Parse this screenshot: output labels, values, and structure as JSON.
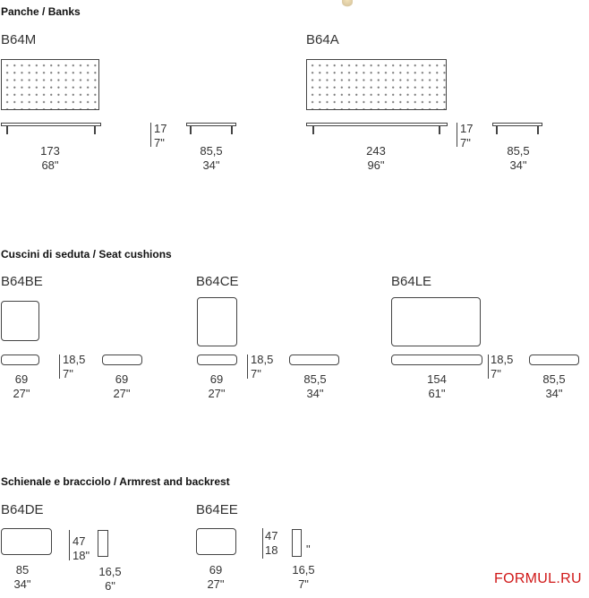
{
  "sections": {
    "benches": {
      "title": "Panche / Banks",
      "b64m": {
        "code": "B64M",
        "width_cm": "173",
        "width_in": "68\"",
        "height_cm": "17",
        "height_in": "7\"",
        "depth_cm": "85,5",
        "depth_in": "34\""
      },
      "b64a": {
        "code": "B64A",
        "width_cm": "243",
        "width_in": "96\"",
        "height_cm": "17",
        "height_in": "7\"",
        "depth_cm": "85,5",
        "depth_in": "34\""
      }
    },
    "cushions": {
      "title": "Cuscini di seduta / Seat cushions",
      "b64be": {
        "code": "B64BE",
        "width_cm": "69",
        "width_in": "27\"",
        "height_cm": "18,5",
        "height_in": "7\"",
        "depth_cm": "69",
        "depth_in": "27\""
      },
      "b64ce": {
        "code": "B64CE",
        "width_cm": "69",
        "width_in": "27\"",
        "height_cm": "18,5",
        "height_in": "7\"",
        "depth_cm": "85,5",
        "depth_in": "34\""
      },
      "b64le": {
        "code": "B64LE",
        "width_cm": "154",
        "width_in": "61\"",
        "height_cm": "18,5",
        "height_in": "7\"",
        "depth_cm": "85,5",
        "depth_in": "34\""
      }
    },
    "backrest": {
      "title": "Schienale e bracciolo / Armrest and backrest",
      "b64de": {
        "code": "B64DE",
        "width_cm": "85",
        "width_in": "34\"",
        "height_cm": "47",
        "height_in": "18\"",
        "depth_cm": "16,5",
        "depth_in": "6\""
      },
      "b64ee": {
        "code": "B64EE",
        "width_cm": "69",
        "width_in": "27\"",
        "height_cm": "47",
        "height_in": "18",
        "height_in_mark": "\"",
        "depth_cm": "16,5",
        "depth_in": "7\""
      }
    }
  },
  "watermark": "FORMUL.RU",
  "colors": {
    "line": "#444444",
    "watermark": "#d01818"
  }
}
